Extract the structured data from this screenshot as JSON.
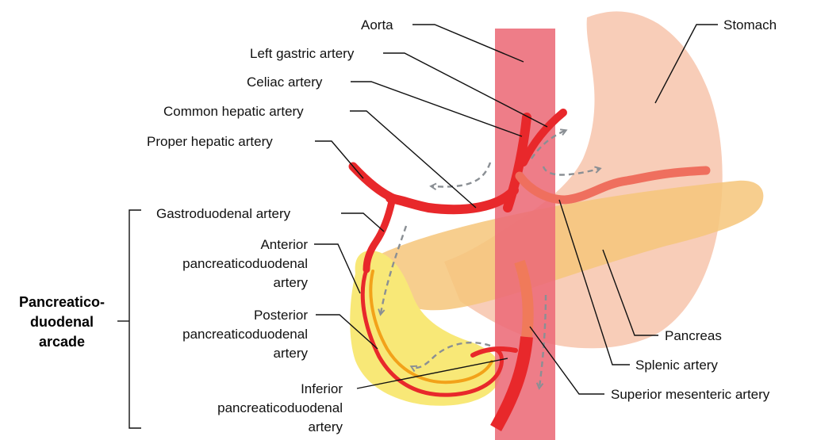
{
  "labels": {
    "aorta": "Aorta",
    "left_gastric": "Left gastric artery",
    "celiac": "Celiac artery",
    "common_hepatic": "Common hepatic artery",
    "proper_hepatic": "Proper hepatic artery",
    "gastroduodenal": "Gastroduodenal artery",
    "anterior": [
      "Anterior",
      "pancreaticoduodenal",
      "artery"
    ],
    "posterior": [
      "Posterior",
      "pancreaticoduodenal",
      "artery"
    ],
    "inferior": [
      "Inferior",
      "pancreaticoduodenal",
      "artery"
    ],
    "stomach": "Stomach",
    "pancreas": "Pancreas",
    "splenic": "Splenic artery",
    "sma": "Superior mesenteric artery",
    "arcade": [
      "Pancreatico-",
      "duodenal",
      "arcade"
    ]
  },
  "colors": {
    "aorta": "#ec6b78",
    "stomach": "#f8cdb8",
    "pancreas": "#f6c57a",
    "duodenum": "#f8e877",
    "artery": "#e8282b",
    "splenic_artery": "#ef6f5e",
    "arcade_inner": "#f2a21a",
    "sma": "#f07a5a",
    "flow_arrow": "#8a8f94"
  }
}
